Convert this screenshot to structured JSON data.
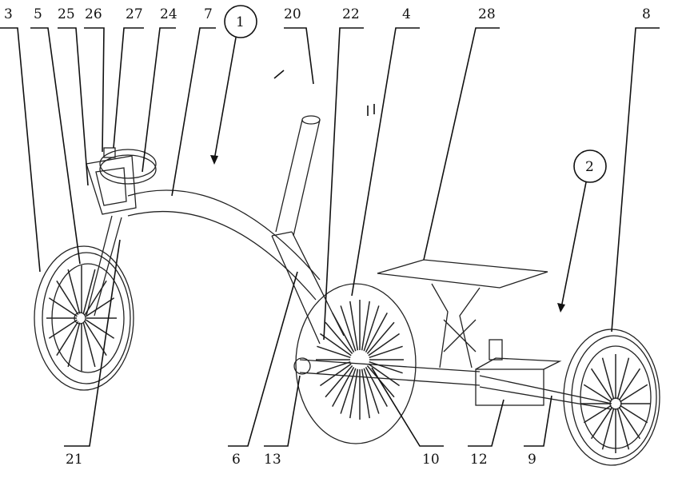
{
  "labels": {
    "l3": "3",
    "l5": "5",
    "l25": "25",
    "l26": "26",
    "l27": "27",
    "l24": "24",
    "l7": "7",
    "l20": "20",
    "l22": "22",
    "l4": "4",
    "l28": "28",
    "l8": "8",
    "l21": "21",
    "l6": "6",
    "l13": "13",
    "l10": "10",
    "l12": "12",
    "l9": "9",
    "c1": "1",
    "c2": "2"
  }
}
